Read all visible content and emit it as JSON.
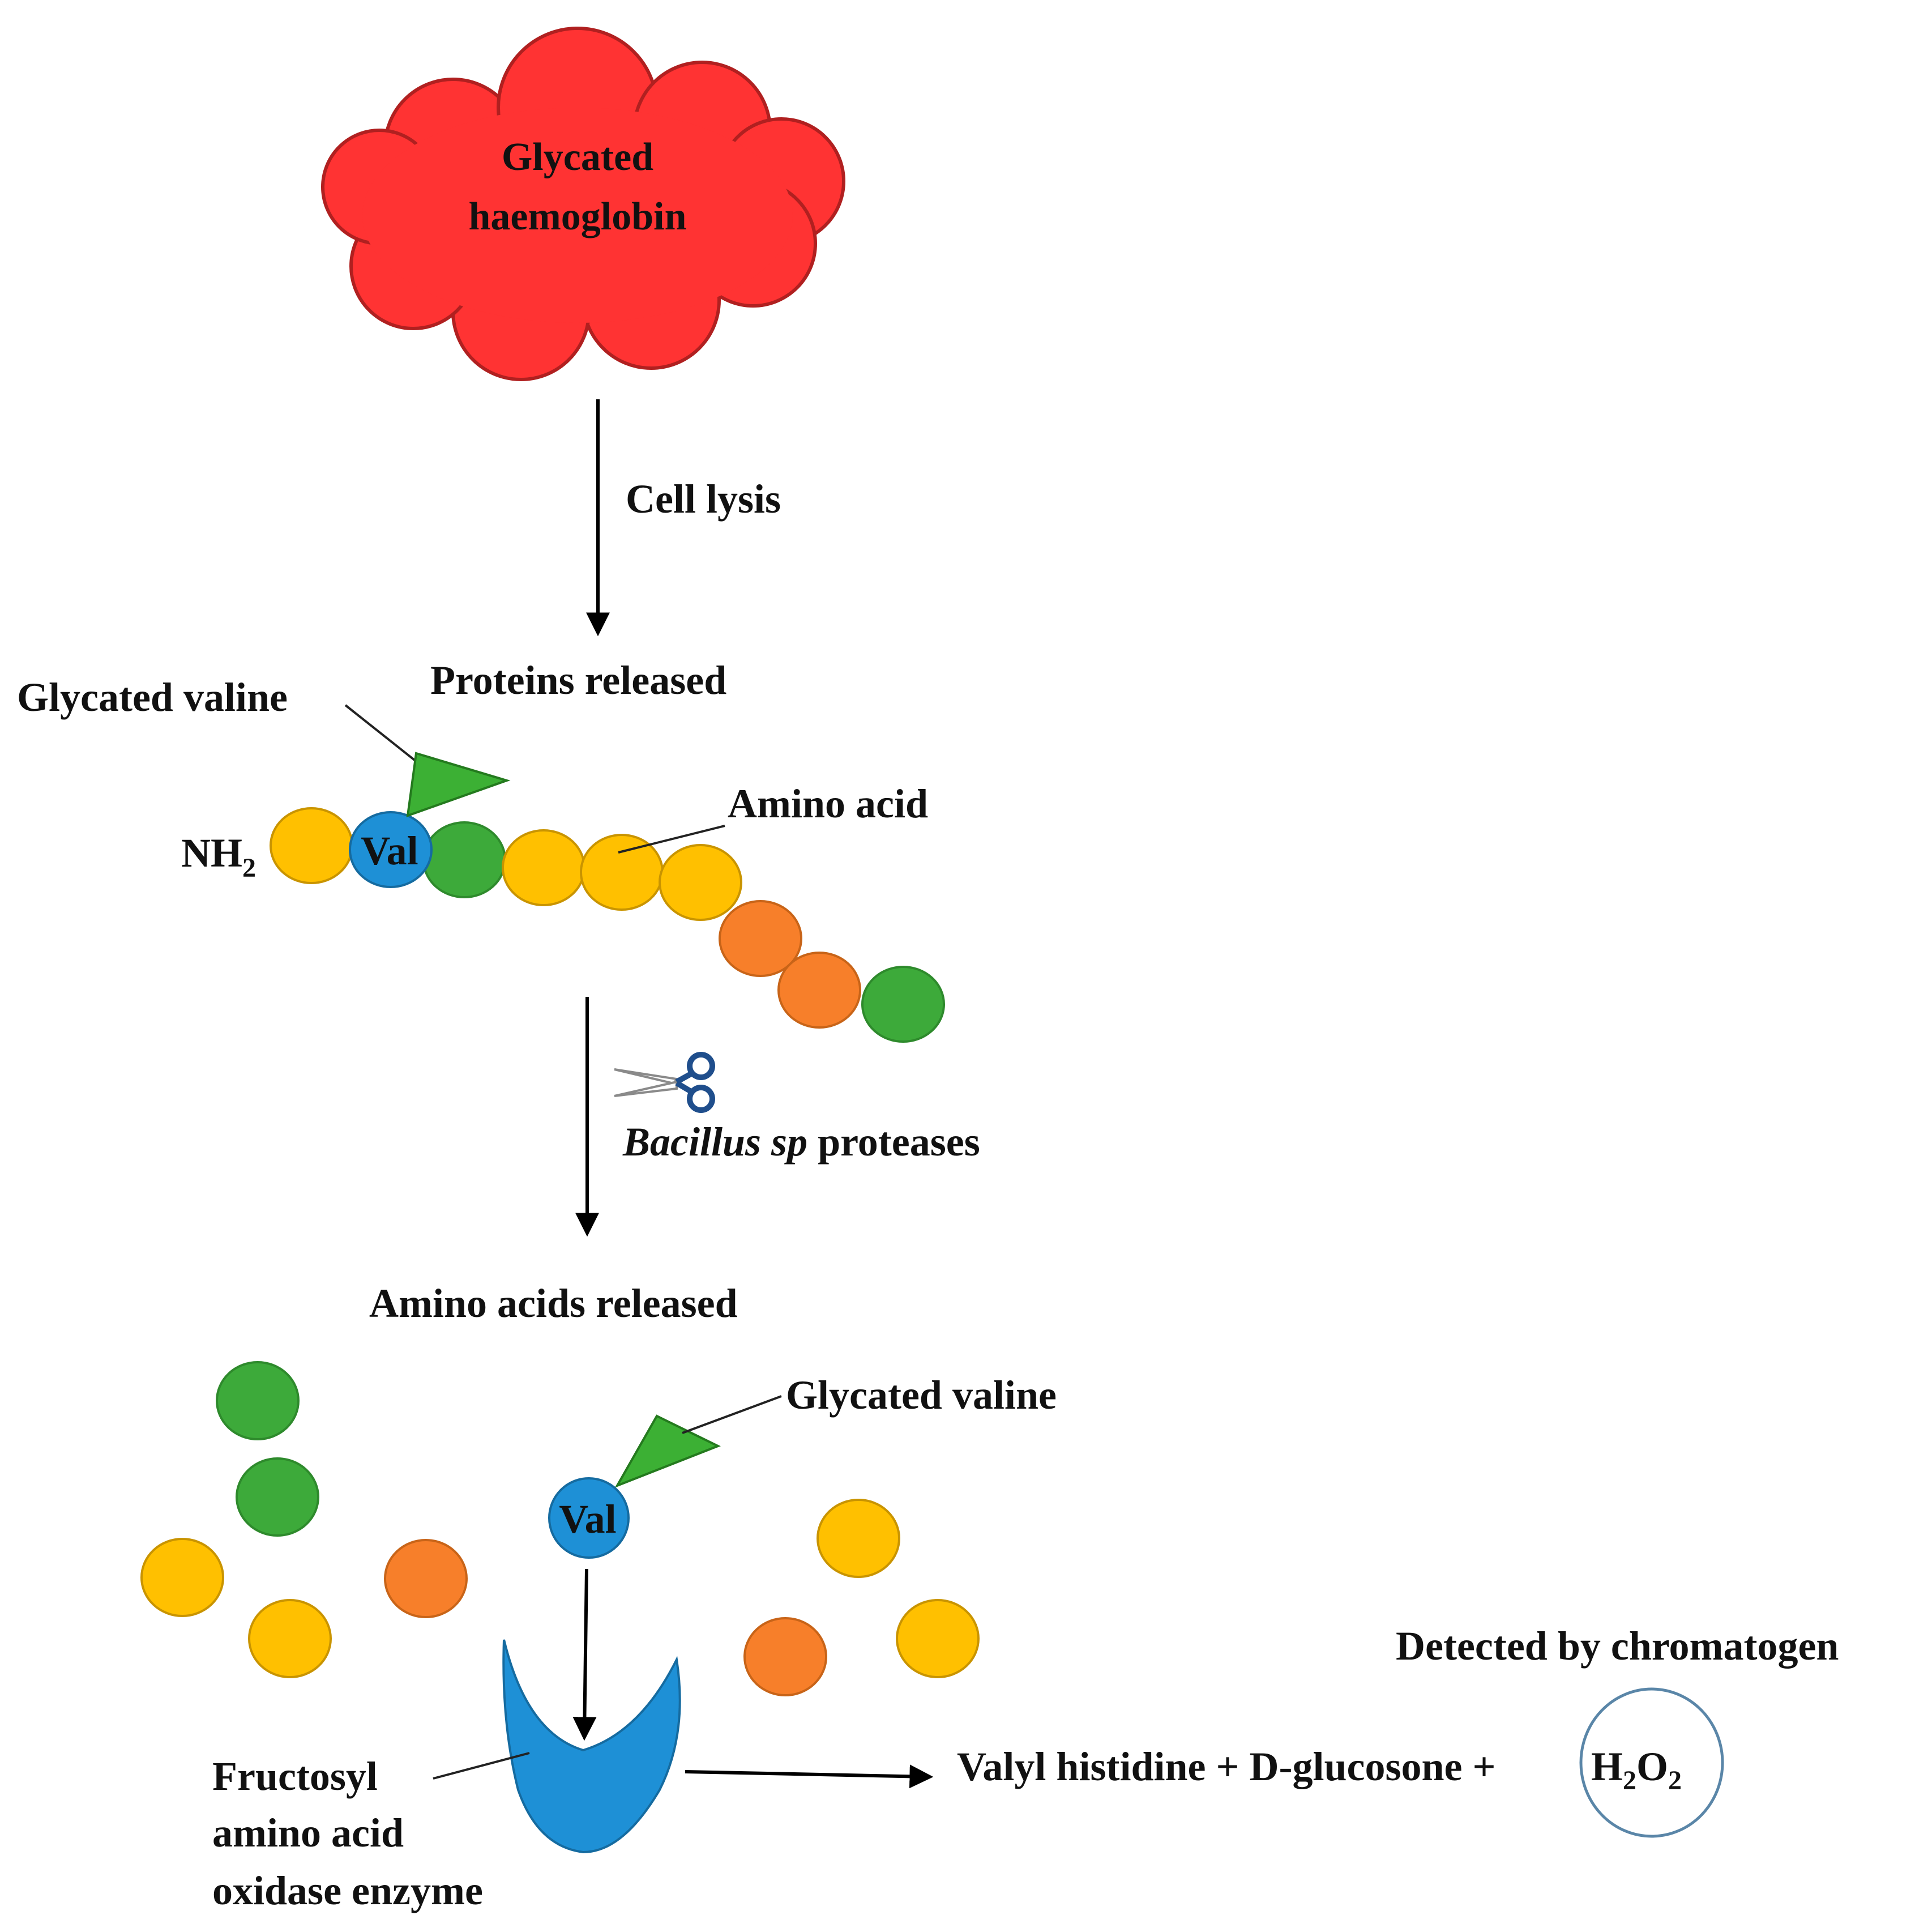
{
  "top_node": {
    "line1": "Glycated",
    "line2": "haemoglobin"
  },
  "step1": {
    "label": "Cell lysis"
  },
  "proteins_released": {
    "label": "Proteins released"
  },
  "glycated_valine_label_1": "Glycated valine",
  "amino_terminus": {
    "base": "NH",
    "subscript": "2"
  },
  "val_label": "Val",
  "amino_acid_label": "Amino  acid",
  "step2": {
    "italic": "Bacillus sp",
    "normal": " proteases"
  },
  "amino_acids_released": {
    "label": "Amino  acids released"
  },
  "glycated_valine_label_2": "Glycated valine",
  "enzyme": {
    "line1": "Fructosyl",
    "line2": "amino  acid",
    "line3": "oxidase enzyme"
  },
  "products": {
    "text": "Valyl histidine  + D-glucosone +",
    "h": "H",
    "h_sub": "2",
    "o": "O",
    "o_sub": "2"
  },
  "detected_label": "Detected by chromatogen",
  "colors": {
    "cloud_red": "#FF3333",
    "val_blue": "#1E90D6",
    "glycation_green": "#3CB034",
    "amino_yellow": "#FFC000",
    "amino_green": "#3DAA3A",
    "amino_orange": "#F77F2A",
    "enzyme_blue": "#1E90D6",
    "circle_outline": "#5A86A8"
  },
  "icons": {
    "scissors": "scissors-icon"
  }
}
